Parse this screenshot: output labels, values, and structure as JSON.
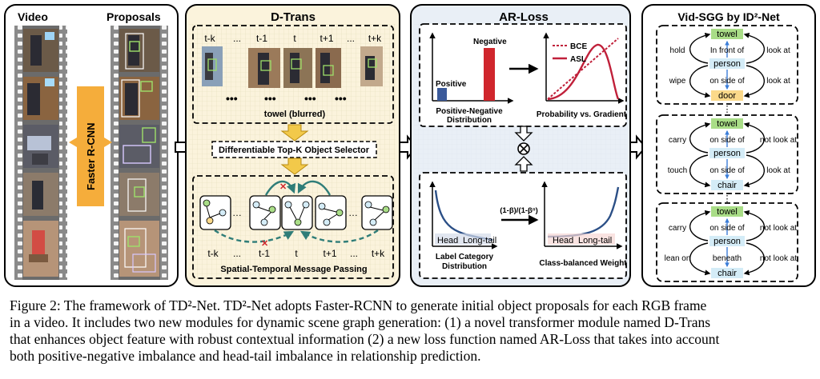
{
  "panels": {
    "video": "Video",
    "proposals": "Proposals",
    "detector": "Faster R-CNN",
    "dtrans": "D-Trans",
    "arloss": "AR-Loss",
    "vidsgg": "Vid-SGG by ID²-Net"
  },
  "dtrans": {
    "frame_labels": [
      "t-k",
      "...",
      "t-1",
      "t",
      "t+1",
      "...",
      "t+k"
    ],
    "object_caption": "towel (blurred)",
    "selector": "Differentiable  Top-K Object Selector",
    "graph_labels": [
      "t-k",
      "...",
      "t-1",
      "t",
      "t+1",
      "...",
      "t+k"
    ],
    "message_passing": "Spatial-Temporal Message Passing"
  },
  "arloss": {
    "pos_label": "Positive",
    "neg_label": "Negative",
    "pn_caption": [
      "Positive-Negative",
      "Distribution"
    ],
    "bce": "BCE",
    "asl": "ASL",
    "prob_caption": "Probability vs. Gradient",
    "formula": "(1-β)/(1-βⁿ)",
    "head": "Head",
    "longtail": "Long-tail",
    "label_caption": [
      "Label Category",
      "Distribution"
    ],
    "weight_caption": "Class-balanced Weight"
  },
  "vidsgg": {
    "graphs": [
      {
        "top": "towel",
        "center": "person",
        "bottom": "door",
        "tl": "hold",
        "tm": "In front of",
        "tr": "look at",
        "bl": "wipe",
        "bm": "on side of",
        "br": "look at"
      },
      {
        "top": "towel",
        "center": "person",
        "bottom": "chair",
        "tl": "carry",
        "tm": "on  side of",
        "tr": "not look at",
        "bl": "touch",
        "bm": "on side of",
        "br": "look at"
      },
      {
        "top": "towel",
        "center": "person",
        "bottom": "chair",
        "tl": "carry",
        "tm": "on side of",
        "tr": "not look at",
        "bl": "lean on",
        "bm": "beneath",
        "br": "not look at"
      }
    ]
  },
  "caption": [
    "Figure 2: The framework of TD²-Net. TD²-Net adopts Faster-RCNN to generate initial object proposals for each RGB frame",
    "in a video. It includes two new modules for dynamic scene graph generation: (1) a novel transformer module named D-Trans",
    "that enhances object feature with robust contextual information (2) a new loss function named AR-Loss that takes into account",
    "both positive-negative imbalance and head-tail imbalance in relationship prediction."
  ],
  "colors": {
    "positive_bar": "#3b5a9a",
    "negative_bar": "#d0262c",
    "bce": "#c0203a",
    "asl": "#c0203a",
    "dist": "#2b4f86",
    "node_green": "#a9dd87",
    "node_blue": "#d4ecf7",
    "node_orange": "#fbd98a",
    "arrow_teal": "#2f7d78",
    "funnel": "#f2c94a"
  }
}
